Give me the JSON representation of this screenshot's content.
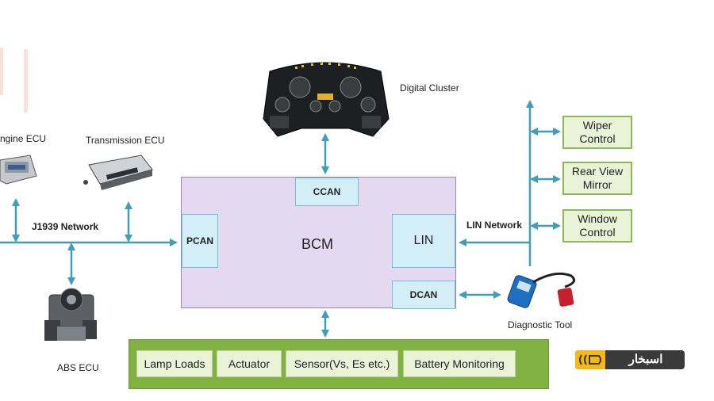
{
  "colors": {
    "connector": "#3f9eb8",
    "bcm_fill": "#e4d9f1",
    "port_fill": "#d3eef6",
    "output_fill": "#80b142",
    "output_item_fill": "#eaf3d8",
    "logo_yellow": "#f4b719",
    "logo_dark": "#3a3a3a"
  },
  "nodes": {
    "engine_ecu": "ngine ECU",
    "transmission_ecu": "Transmission ECU",
    "abs_ecu": "ABS ECU",
    "digital_cluster": "Digital Cluster",
    "diagnostic_tool": "Diagnostic Tool"
  },
  "networks": {
    "j1939": "J1939 Network",
    "lin": "LIN Network"
  },
  "bcm": {
    "title": "BCM",
    "ports": {
      "ccan": "CCAN",
      "pcan": "PCAN",
      "lin": "LIN",
      "dcan": "DCAN"
    }
  },
  "outputs": [
    "Lamp Loads",
    "Actuator",
    "Sensor(Vs, Es etc.)",
    "Battery Monitoring"
  ],
  "lin_devices": [
    "Wiper Control",
    "Rear View Mirror",
    "Window Control"
  ],
  "logo": {
    "text": "اسبخار"
  }
}
